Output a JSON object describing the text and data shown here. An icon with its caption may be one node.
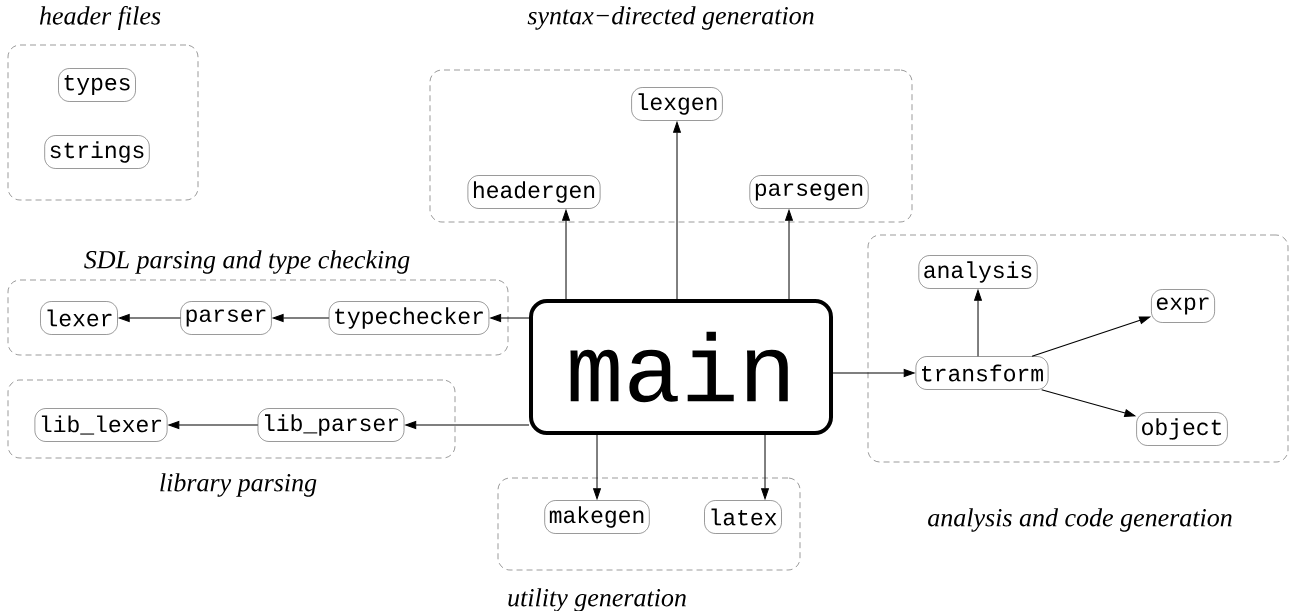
{
  "diagram": {
    "nodes": [
      {
        "text": [
          "header files"
        ]
      },
      {
        "text": [
          "types"
        ],
        "in": 0
      },
      {
        "text": [
          "strings"
        ],
        "in": 0
      },
      {
        "text": [
          "syntax−directed generation"
        ]
      },
      {
        "text": [
          "lexgen"
        ],
        "in": 3
      },
      {
        "text": [
          "headergen"
        ],
        "in": 3
      },
      {
        "text": [
          "parsegen"
        ],
        "in": 3
      },
      {
        "text": [
          "SDL parsing and type checking"
        ]
      },
      {
        "text": [
          "lexer"
        ],
        "in": 7
      },
      {
        "text": [
          "parser"
        ],
        "in": 7
      },
      {
        "text": [
          "typechecker"
        ],
        "in": 7
      },
      {
        "text": [
          "library parsing"
        ]
      },
      {
        "text": [
          "lib_lexer"
        ],
        "in": 11
      },
      {
        "text": [
          "lib_parser"
        ],
        "in": 11
      },
      {
        "text": [
          "main"
        ]
      },
      {
        "text": [
          "analysis and code generation"
        ]
      },
      {
        "text": [
          "analysis"
        ],
        "in": 15
      },
      {
        "text": [
          "transform"
        ],
        "in": 15
      },
      {
        "text": [
          "expr"
        ],
        "in": 15
      },
      {
        "text": [
          "object"
        ],
        "in": 15
      },
      {
        "text": [
          "utility generation"
        ]
      },
      {
        "text": [
          "makegen"
        ],
        "in": 20
      },
      {
        "text": [
          "latex"
        ],
        "in": 20
      }
    ],
    "edges": [
      {
        "from": 14,
        "to": 5,
        "arrow": "to"
      },
      {
        "from": 14,
        "to": 4,
        "arrow": "to"
      },
      {
        "from": 14,
        "to": 6,
        "arrow": "to"
      },
      {
        "from": 14,
        "to": 10,
        "arrow": "to"
      },
      {
        "from": 10,
        "to": 9,
        "arrow": "to"
      },
      {
        "from": 9,
        "to": 8,
        "arrow": "to"
      },
      {
        "from": 14,
        "to": 13,
        "arrow": "to"
      },
      {
        "from": 13,
        "to": 12,
        "arrow": "to"
      },
      {
        "from": 14,
        "to": 17,
        "arrow": "to"
      },
      {
        "from": 17,
        "to": 16,
        "arrow": "to"
      },
      {
        "from": 17,
        "to": 18,
        "arrow": "to"
      },
      {
        "from": 17,
        "to": 19,
        "arrow": "to"
      },
      {
        "from": 14,
        "to": 21,
        "arrow": "to"
      },
      {
        "from": 14,
        "to": 22,
        "arrow": "to"
      }
    ]
  }
}
